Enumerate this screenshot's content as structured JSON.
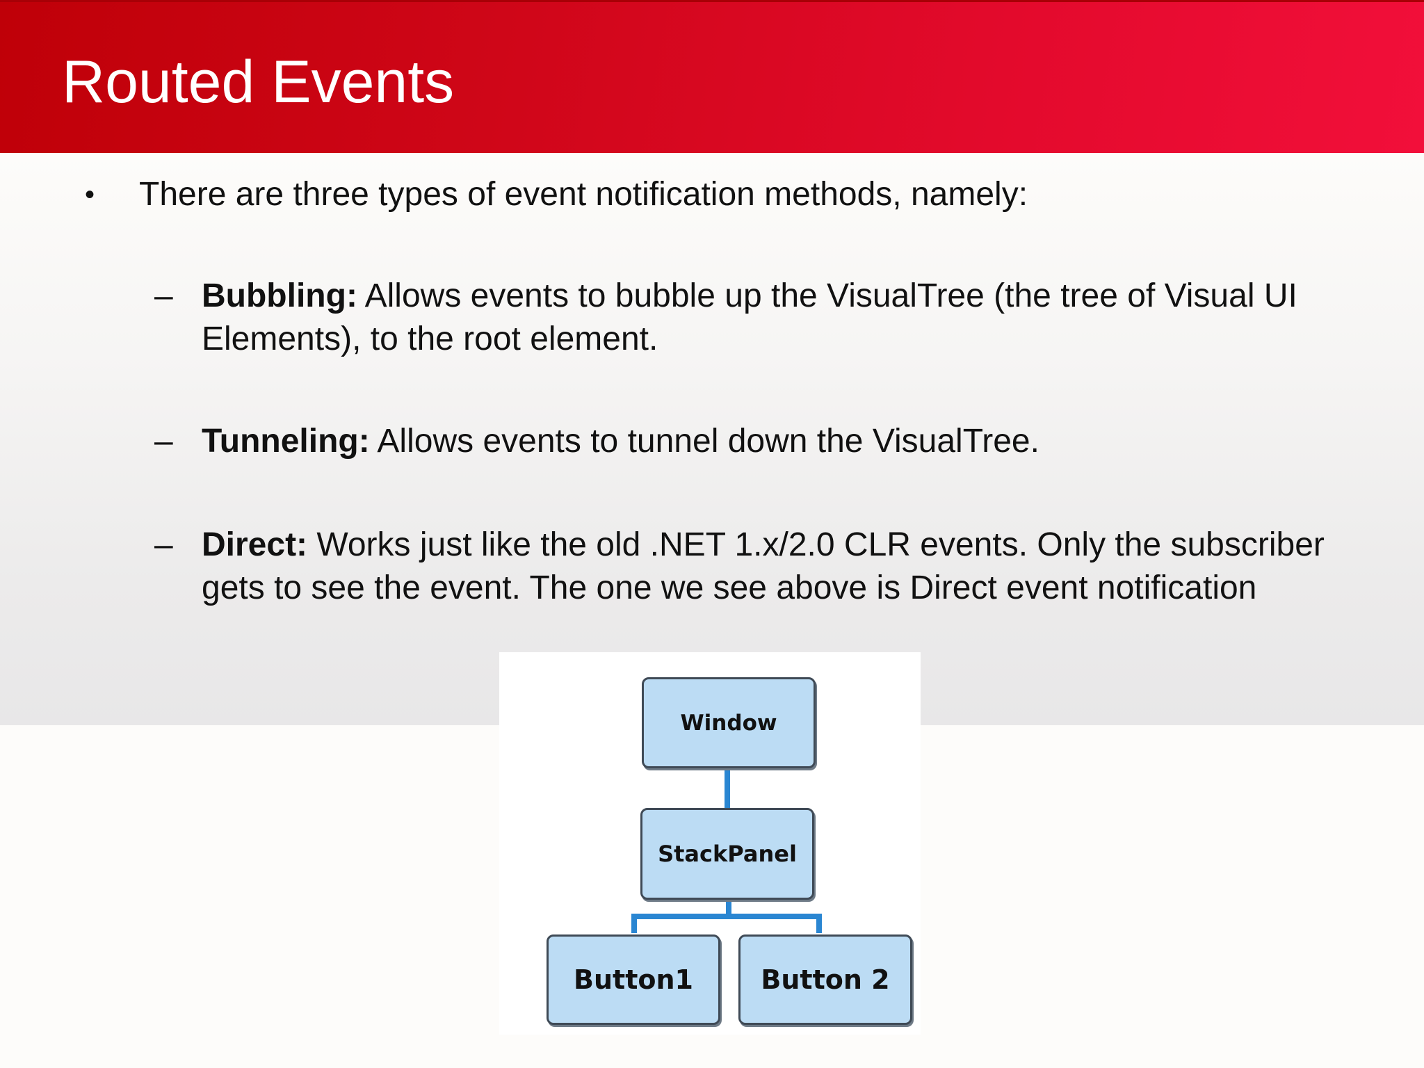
{
  "slide": {
    "title": "Routed Events",
    "intro": "There are three types of event notification methods, namely:",
    "bullet_symbol": "•",
    "dash_symbol": "–",
    "items": [
      {
        "term": "Bubbling:",
        "text": " Allows events to bubble up the VisualTree (the tree of Visual UI Elements), to the root element."
      },
      {
        "term": "Tunneling:",
        "text": " Allows events to tunnel down the VisualTree."
      },
      {
        "term": "Direct:",
        "text": " Works just like the old .NET 1.x/2.0 CLR events. Only the subscriber gets to see the event. The one we see above is Direct event notification"
      }
    ]
  },
  "diagram": {
    "nodes": [
      "Window",
      "StackPanel",
      "Button1",
      "Button 2"
    ],
    "colors": {
      "node_fill": "#bcdcf4",
      "connector": "#2a86d2"
    }
  },
  "colors": {
    "title_bar": "#cf0618",
    "title_text": "#ffffff"
  }
}
